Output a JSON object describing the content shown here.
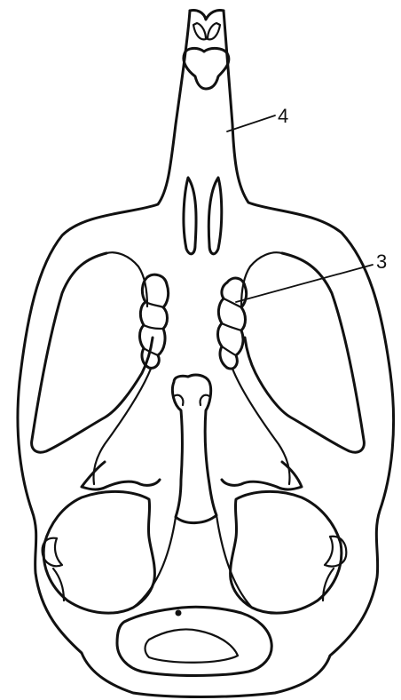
{
  "figure": {
    "labels": [
      {
        "id": "label-4",
        "text": "4"
      },
      {
        "id": "label-3",
        "text": "3"
      }
    ],
    "ink_color": "#111111",
    "background_color": "#ffffff"
  }
}
